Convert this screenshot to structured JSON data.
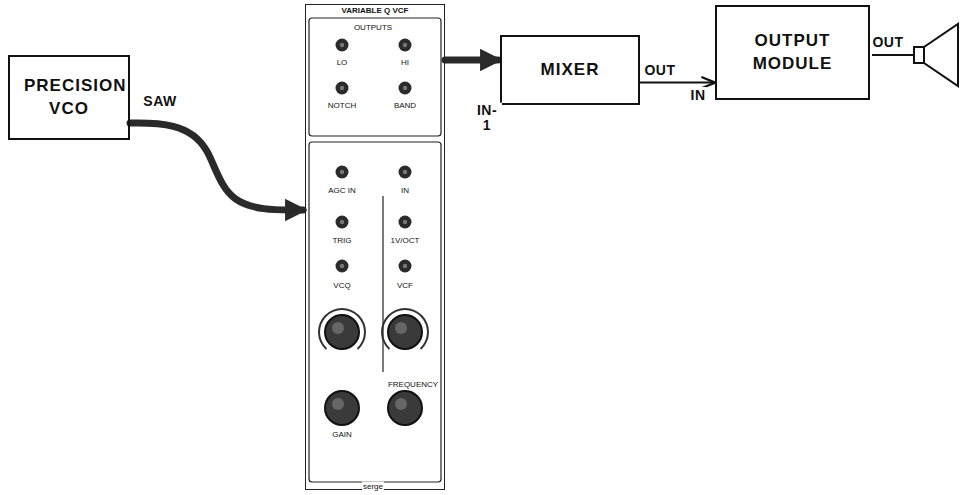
{
  "diagram": {
    "nodes": [
      {
        "text": [
          "PRECISION VCO"
        ]
      },
      {
        "text": [
          "VARIABLE Q VCF"
        ]
      },
      {
        "text": [
          "MIXER"
        ]
      },
      {
        "text": [
          "OUTPUT MODULE"
        ]
      }
    ],
    "edges": [
      {
        "from": 0,
        "to": 1,
        "label": "SAW",
        "arrow": "to"
      },
      {
        "from": 1,
        "to": 2,
        "arrow": "to"
      },
      {
        "from": 2,
        "to": 3,
        "arrow": "to"
      }
    ],
    "labels": [
      "OUTPUTS",
      "LO",
      "HI",
      "NOTCH",
      "BAND",
      "AGC IN",
      "IN",
      "TRIG",
      "1V/OCT",
      "VCQ",
      "VCF",
      "FREQUENCY",
      "GAIN",
      "serge",
      "IN- 1",
      "OUT",
      "IN",
      "OUT"
    ]
  }
}
